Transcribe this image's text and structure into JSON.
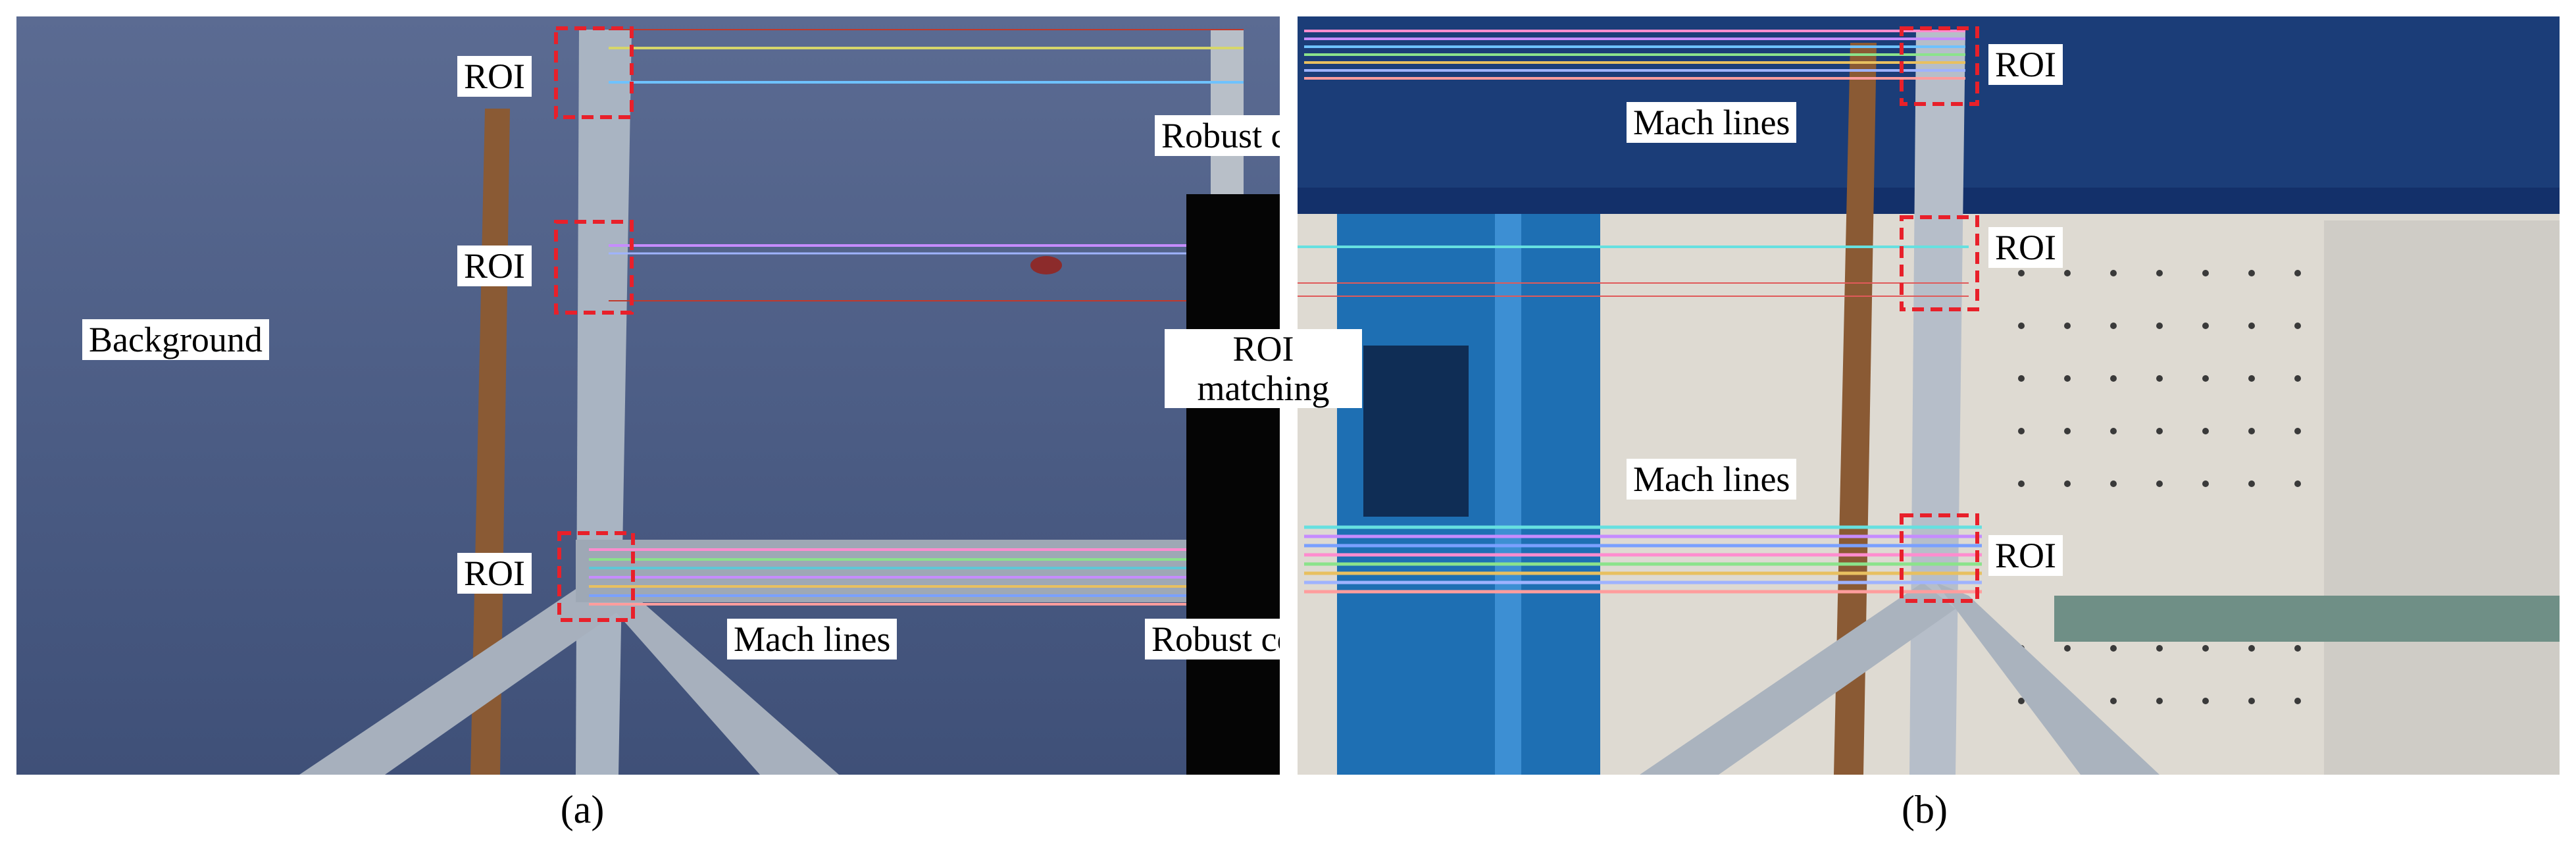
{
  "panel_a": {
    "labels": {
      "roi_top": "ROI",
      "roi_middle": "ROI",
      "roi_bottom": "ROI",
      "background": "Background",
      "robust_corners_top": "Robust corners",
      "roi_matching_line1": "ROI",
      "roi_matching_line2": "matching",
      "mach_lines": "Mach lines",
      "robust_corners_bottom": "Robust corners"
    },
    "caption": "(a)"
  },
  "panel_b": {
    "labels": {
      "roi_top": "ROI",
      "mach_lines_top": "Mach lines",
      "roi_middle": "ROI",
      "mach_lines_bottom": "Mach lines",
      "roi_bottom": "ROI"
    },
    "caption": "(b)"
  },
  "colors": {
    "roi_box": "#e8202a",
    "background_a": "#4e5f87",
    "steel_blue": "#1e6fb3",
    "wall": "#dedad2",
    "beam_navy": "#1b3d78"
  }
}
